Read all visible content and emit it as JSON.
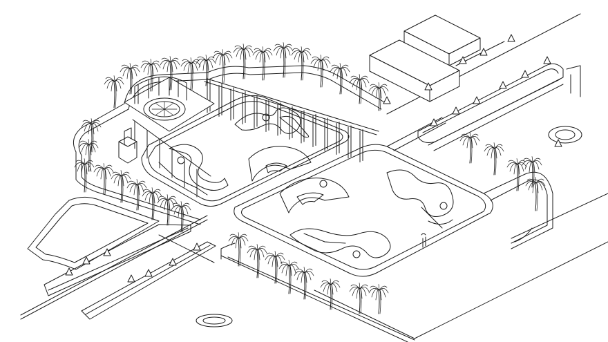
{
  "drawing": {
    "style": "isometric line drawing",
    "line_color": "#1a1a1a",
    "background_color": "#ffffff"
  },
  "elements": {
    "palm_trees": "palm-tree-icon",
    "cone_markers": "cone-marker-icon",
    "pergola": "pergola-colonnade",
    "gazebo": "circular-gazebo",
    "buildings": "building-block"
  }
}
